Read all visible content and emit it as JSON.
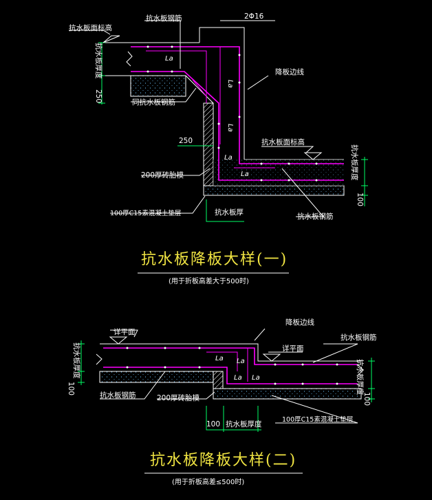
{
  "detail1": {
    "labels": {
      "top_elev": "抗水板面标高",
      "rebar_top": "抗水板钢筋",
      "dia": "2Φ16",
      "thk_v": "抗水板厚度",
      "dim250a": "250",
      "same_rebar": "同抗水板钢筋",
      "drop_line": "降板边线",
      "dim250b": "250",
      "elev2": "抗水板面标高",
      "brick": "200厚砖胎模",
      "thk_v2": "抗水板厚度",
      "dim100": "100",
      "cushion": "100厚C15素混凝土垫层",
      "thk_h": "抗水板厚",
      "rebar_bot": "抗水板钢筋",
      "la1": "La",
      "la2": "La",
      "la3": "La",
      "la4": "La",
      "la5": "La"
    },
    "title": "抗水板降板大样(一)",
    "subtitle": "(用于折板高差大于500时)"
  },
  "detail2": {
    "labels": {
      "drop_line": "降板边线",
      "flat1": "详平面",
      "flat2": "详平面",
      "rebar_r": "抗水板钢筋",
      "thk_l": "抗水板厚度",
      "dim100l": "100",
      "rebar_l": "抗水板钢筋",
      "brick": "200厚砖胎模",
      "thk_r": "抗水板厚度",
      "dim100r": "100",
      "dim100b": "100",
      "thk_b": "抗水板厚度",
      "cushion": "100厚C15素混凝土垫层",
      "la1": "La",
      "la2": "La",
      "la3": "La",
      "la4": "La"
    },
    "title": "抗水板降板大样(二)",
    "subtitle": "(用于折板高差≤500时)"
  }
}
